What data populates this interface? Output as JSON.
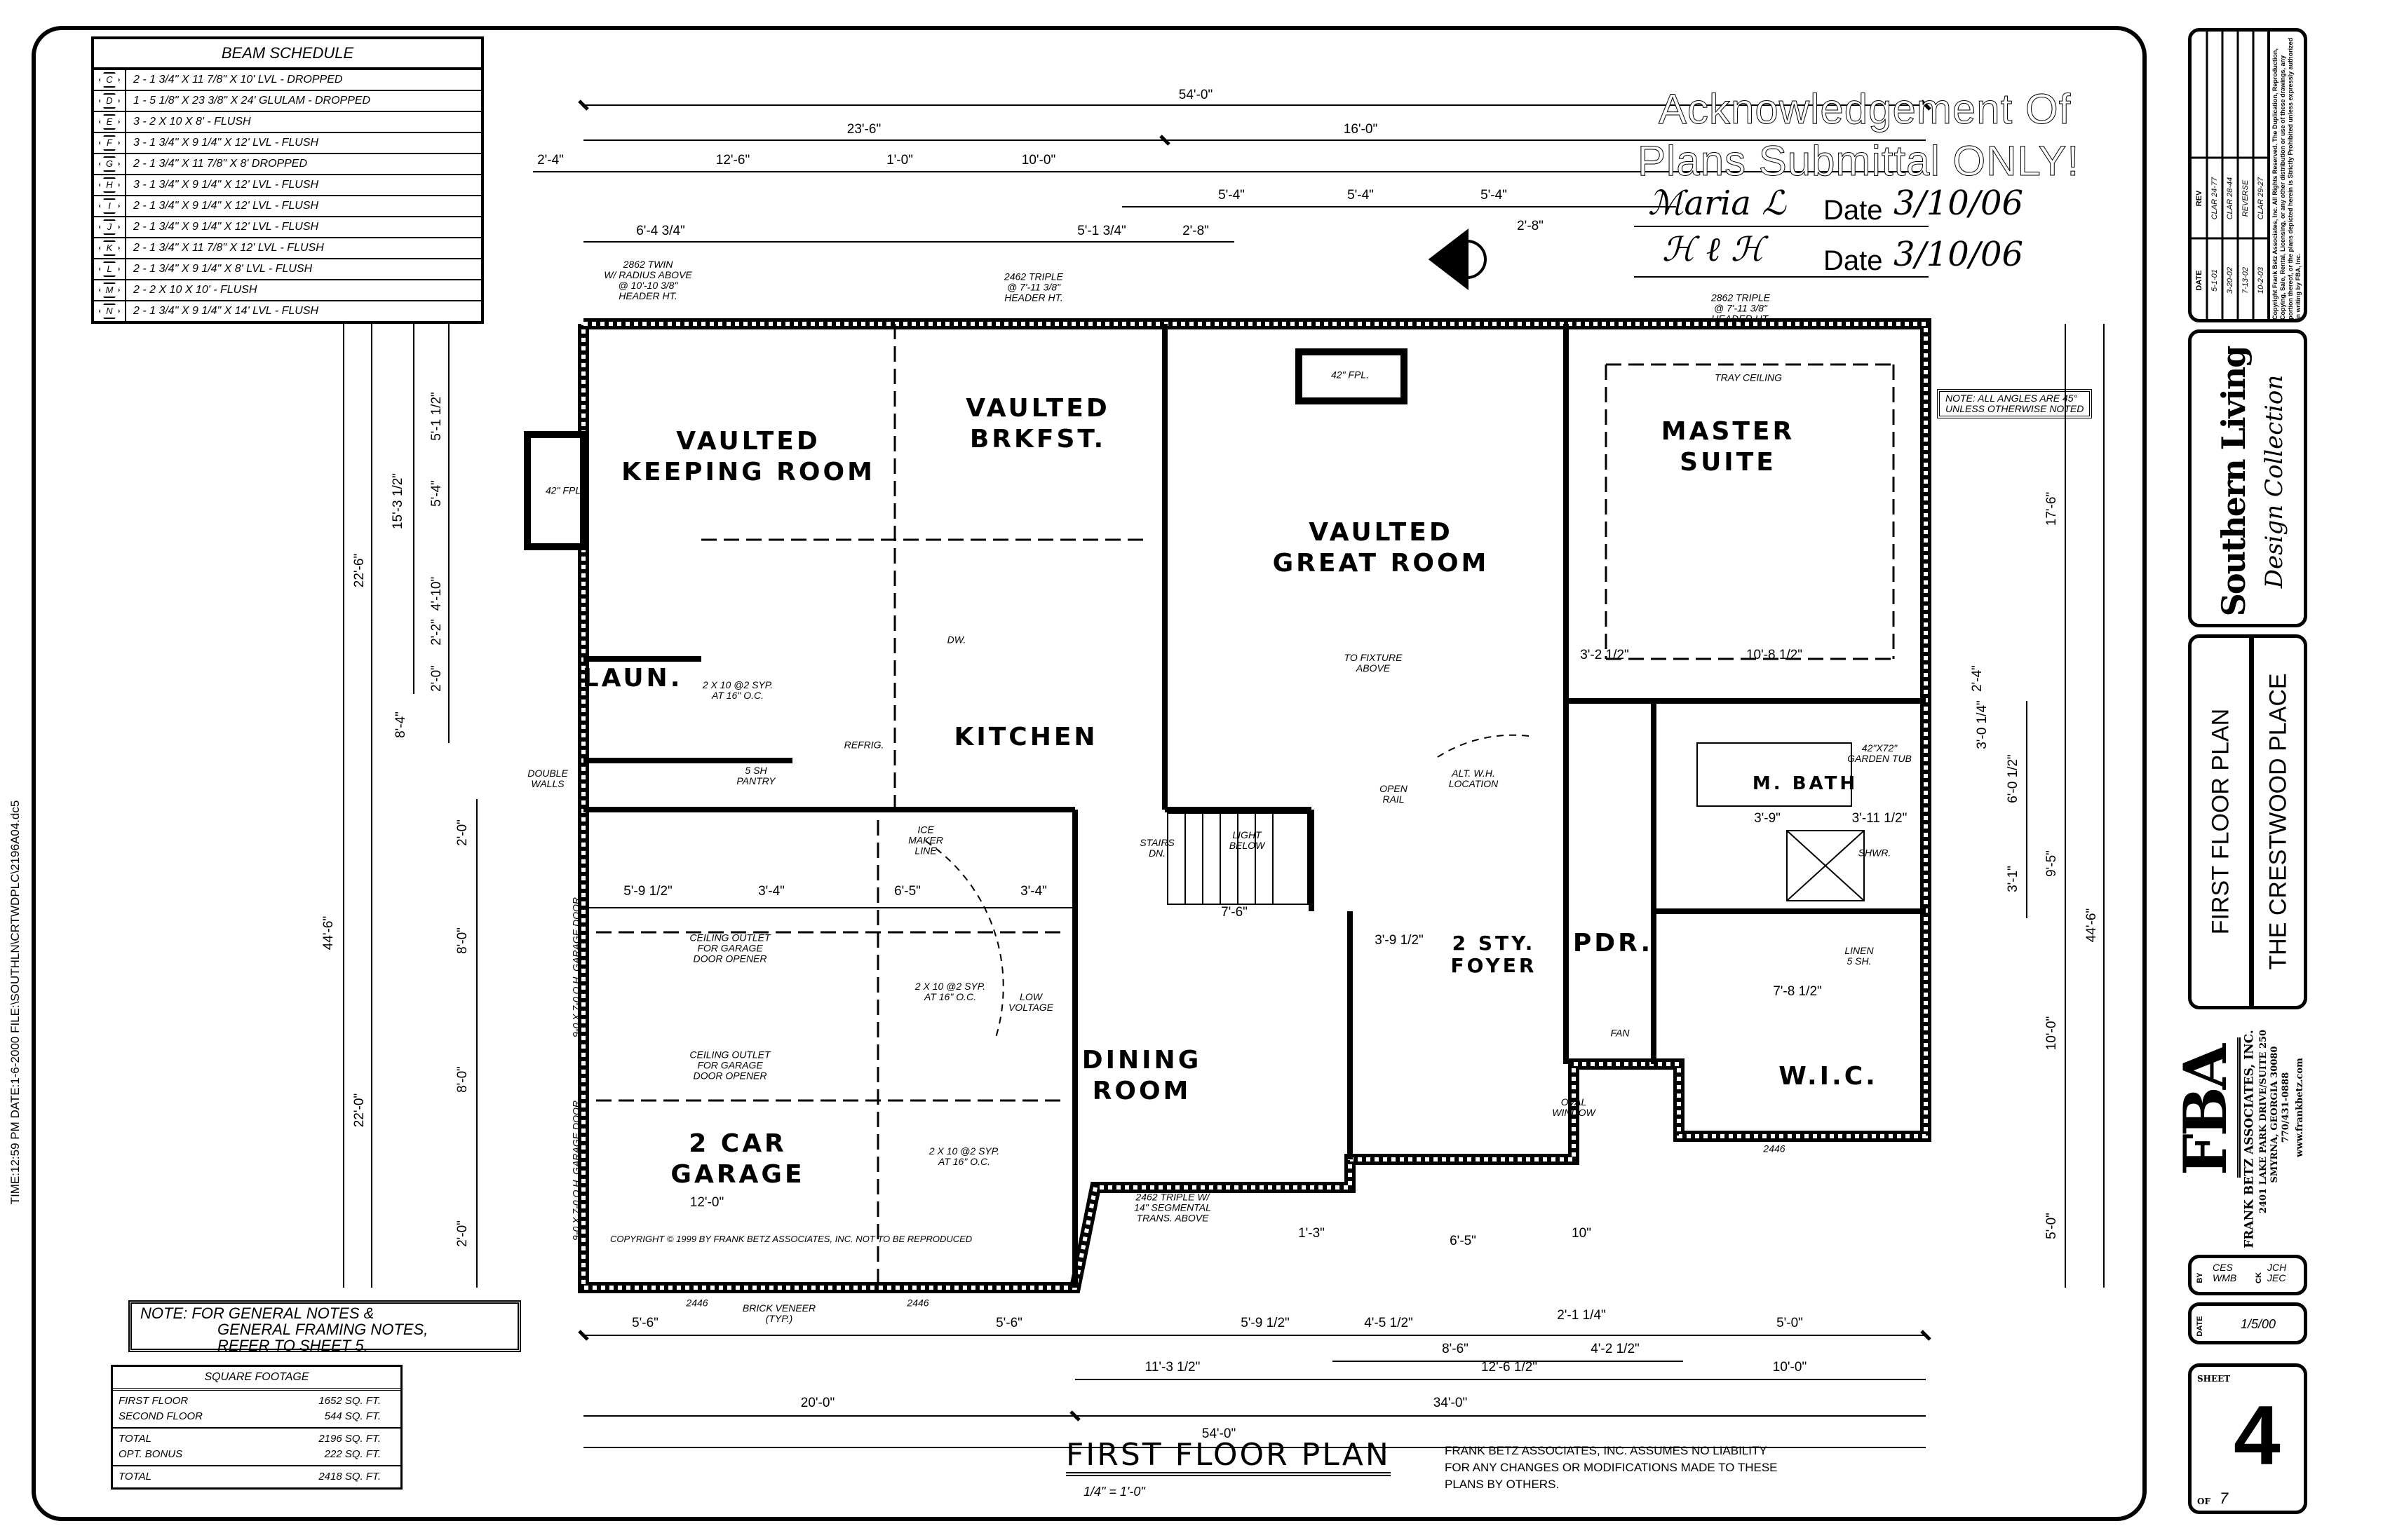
{
  "sheet_meta": "TIME:12:59 PM  DATE:1-6-2000  FILE:\\SOUTHLN\\CRTWDPLC\\2196A04.dc5",
  "beam_schedule": {
    "title": "BEAM SCHEDULE",
    "rows": [
      {
        "tag": "C",
        "spec": "2 - 1 3/4\" x 11 7/8\" x 10' LVL - DROPPED"
      },
      {
        "tag": "D",
        "spec": "1 - 5 1/8\" x 23 3/8\" x 24' GLULAM - DROPPED"
      },
      {
        "tag": "E",
        "spec": "3 - 2 x 10 x 8' - FLUSH"
      },
      {
        "tag": "F",
        "spec": "3 - 1 3/4\" x 9 1/4\" x 12' LVL - FLUSH"
      },
      {
        "tag": "G",
        "spec": "2 - 1 3/4\" X 11 7/8\" X 8' DROPPED"
      },
      {
        "tag": "H",
        "spec": "3 - 1 3/4\" x 9 1/4\" x 12' LVL - FLUSH"
      },
      {
        "tag": "I",
        "spec": "2 - 1 3/4\" x 9 1/4\" x 12' LVL - FLUSH"
      },
      {
        "tag": "J",
        "spec": "2 - 1 3/4\" x 9 1/4\" x 12' LVL - FLUSH"
      },
      {
        "tag": "K",
        "spec": "2 - 1 3/4\" x 11 7/8\" x 12' LVL - FLUSH"
      },
      {
        "tag": "L",
        "spec": "2 - 1 3/4\" x 9 1/4\" x 8' LVL - FLUSH"
      },
      {
        "tag": "M",
        "spec": "2 - 2 x 10 x 10' - FLUSH"
      },
      {
        "tag": "N",
        "spec": "2 - 1 3/4\" x 9 1/4\" x 14' LVL - FLUSH"
      }
    ]
  },
  "general_note": [
    "NOTE: FOR GENERAL NOTES &",
    "GENERAL FRAMING NOTES,",
    "REFER TO SHEET 5."
  ],
  "square_footage": {
    "title": "SQUARE FOOTAGE",
    "first_floor": {
      "label": "FIRST FLOOR",
      "value": "1652 SQ. FT."
    },
    "second_floor": {
      "label": "SECOND FLOOR",
      "value": "544 SQ. FT."
    },
    "subtotal": {
      "label": "TOTAL",
      "value": "2196 SQ. FT."
    },
    "bonus": {
      "label": "OPT. BONUS",
      "value": "222 SQ. FT."
    },
    "total": {
      "label": "TOTAL",
      "value": "2418 SQ. FT."
    }
  },
  "stamp": {
    "line1": "Acknowledgement Of",
    "line2": "Plans Submittal ONLY!",
    "date_label": "Date",
    "date1": "3/10/06",
    "date2": "3/10/06"
  },
  "angles_note": [
    "NOTE: ALL ANGLES ARE 45°",
    "UNLESS OTHERWISE NOTED"
  ],
  "rooms": [
    [
      "VAULTED",
      "KEEPING ROOM"
    ],
    [
      "VAULTED",
      "BRKFST."
    ],
    [
      "VAULTED",
      "GREAT ROOM"
    ],
    [
      "MASTER",
      "SUITE"
    ],
    [
      "LAUN."
    ],
    [
      "KITCHEN"
    ],
    [
      "M. BATH"
    ],
    [
      "2 STY.",
      "FOYER"
    ],
    [
      "PDR."
    ],
    [
      "DINING",
      "ROOM"
    ],
    [
      "2 CAR",
      "GARAGE"
    ],
    [
      "W.I.C."
    ]
  ],
  "dims": [
    "54'-0\"",
    "23'-6\"",
    "16'-0\"",
    "2'-4\"",
    "12'-6\"",
    "1'-0\"",
    "10'-0\"",
    "5'-4\"",
    "5'-4\"",
    "5'-4\"",
    "6'-4 3/4\"",
    "5'-1 3/4\"",
    "2'-8\"",
    "2'-8\"",
    "5'-6\"",
    "5'-6\"",
    "5'-9 1/2\"",
    "4'-5 1/2\"",
    "2'-1 1/4\"",
    "5'-0\"",
    "8'-6\"",
    "4'-2 1/2\"",
    "11'-3 1/2\"",
    "12'-6 1/2\"",
    "10'-0\"",
    "20'-0\"",
    "34'-0\"",
    "54'-0\"",
    "22'-6\"",
    "44'-6\"",
    "22'-0\"",
    "15'-3 1/2\"",
    "5'-1 1/2\"",
    "5'-4\"",
    "4'-10\"",
    "2'-2\"",
    "2'-0\"",
    "8'-4\"",
    "2'-0\"",
    "8'-0\"",
    "8'-0\"",
    "2'-0\"",
    "5'-9 1/2\"",
    "3'-4\"",
    "6'-5\"",
    "3'-4\"",
    "17'-6\"",
    "44'-6\"",
    "9'-5\"",
    "6'-0 1/2\"",
    "3'-0 1/4\"",
    "2'-4\"",
    "3'-1\"",
    "10'-0\"",
    "5'-0\"",
    "12'-0\"",
    "7'-6\"",
    "3'-9 1/2\"",
    "10'-8 1/2\"",
    "3'-2 1/2\"",
    "3'-9\"",
    "3'-11 1/2\"",
    "7'-8 1/2\"",
    "6'-5\"",
    "1'-3\"",
    "10\""
  ],
  "notes": [
    "TRAY CEILING",
    "42\" FPL.",
    "42\" FPL.",
    "TO FIXTURE\nABOVE",
    "OPEN\nRAIL",
    "ALT. W.H.\nLOCATION",
    "LOW\nVOLTAGE",
    "CEILING OUTLET\nFOR GARAGE\nDOOR OPENER",
    "DOUBLE\nWALLS",
    "BRICK VENEER\n(TYP.)",
    "2446",
    "2446",
    "2446",
    "2462 TRIPLE W/\n14\" SEGMENTAL\nTRANS. ABOVE",
    "2862 TWIN\nW/ RADIUS ABOVE\n@ 10'-10 3/8\"\nHEADER HT.",
    "2462 TRIPLE\n@ 7'-11 3/8\"\nHEADER HT.",
    "2862 TRIPLE\n@ 7'-11 3/8\"\nHEADER HT.",
    "FAN",
    "OVAL\nWINDOW",
    "42\"x72\"\nGARDEN TUB",
    "LINEN\n5 SH.",
    "STAIRS\nDN.",
    "LIGHT\nBELOW",
    "SHWR.",
    "DW.",
    "REFRIG.",
    "5 SH\nPANTRY",
    "ICE\nMAKER\nLINE",
    "2 X 10 @2 SYP.\nAT 16\" O.C.",
    "CEILING OUTLET\nFOR GARAGE\nDOOR OPENER",
    "2 X 10 @2 SYP.\nAT 16\" O.C.",
    "2 X 10 @2 SYP.\nAT 16\" O.C.",
    "9-0 x 7-0 O.H. GARAGE DOOR",
    "9-0 x 7-0 O.H. GARAGE DOOR"
  ],
  "copyright_plan": "COPYRIGHT © 1999 BY FRANK BETZ ASSOCIATES, INC. NOT TO BE REPRODUCED",
  "plan_title": "FIRST FLOOR PLAN",
  "plan_scale": "1/4\" = 1'-0\"",
  "liability": [
    "FRANK BETZ ASSOCIATES, INC. ASSUMES NO LIABILITY",
    "FOR ANY CHANGES OR MODIFICATIONS MADE TO THESE",
    "PLANS BY OTHERS."
  ],
  "title_block": {
    "revisions": {
      "date_header": "DATE",
      "rev_header": "REV",
      "rows": [
        {
          "date": "5-1-01",
          "rev": "CLAR 24-77"
        },
        {
          "date": "3-20-02",
          "rev": "CLAR 28-44"
        },
        {
          "date": "7-13-02",
          "rev": "REVERSE"
        },
        {
          "date": "10-2-03",
          "rev": "CLAR 29-27"
        }
      ],
      "copyright": "Copyright Frank Betz Associates, Inc. All Rights Reserved. The Duplication, Reproduction, Copying, Sale, Rental, Licensing, or any other distribution or use of these drawings, any portion thereof, or the plans depicted herein is Strictly Prohibited unless expressly authorized in writing by FBA, Inc."
    },
    "collection_logo": "Southern Living",
    "collection_sub": "Design Collection",
    "drawing_title": "FIRST FLOOR PLAN",
    "project_name": "THE CRESTWOOD PLACE",
    "firm_logo": "FBA",
    "firm_name": "FRANK BETZ ASSOCIATES, INC.",
    "firm_address1": "2401 LAKE PARK DRIVE/SUITE 250",
    "firm_address2": "SMYRNA, GEORGIA 30080",
    "firm_phone": "770/431-0888",
    "firm_web": "www.frankbetz.com",
    "by_label": "BY",
    "drawn_by": "CES WMB",
    "ck_label": "CK",
    "checked_by": "JCH JEC",
    "date_label": "DATE",
    "date": "1/5/00",
    "sheet_label": "SHEET",
    "sheet_number": "4",
    "of_label": "OF",
    "sheet_total": "7"
  }
}
